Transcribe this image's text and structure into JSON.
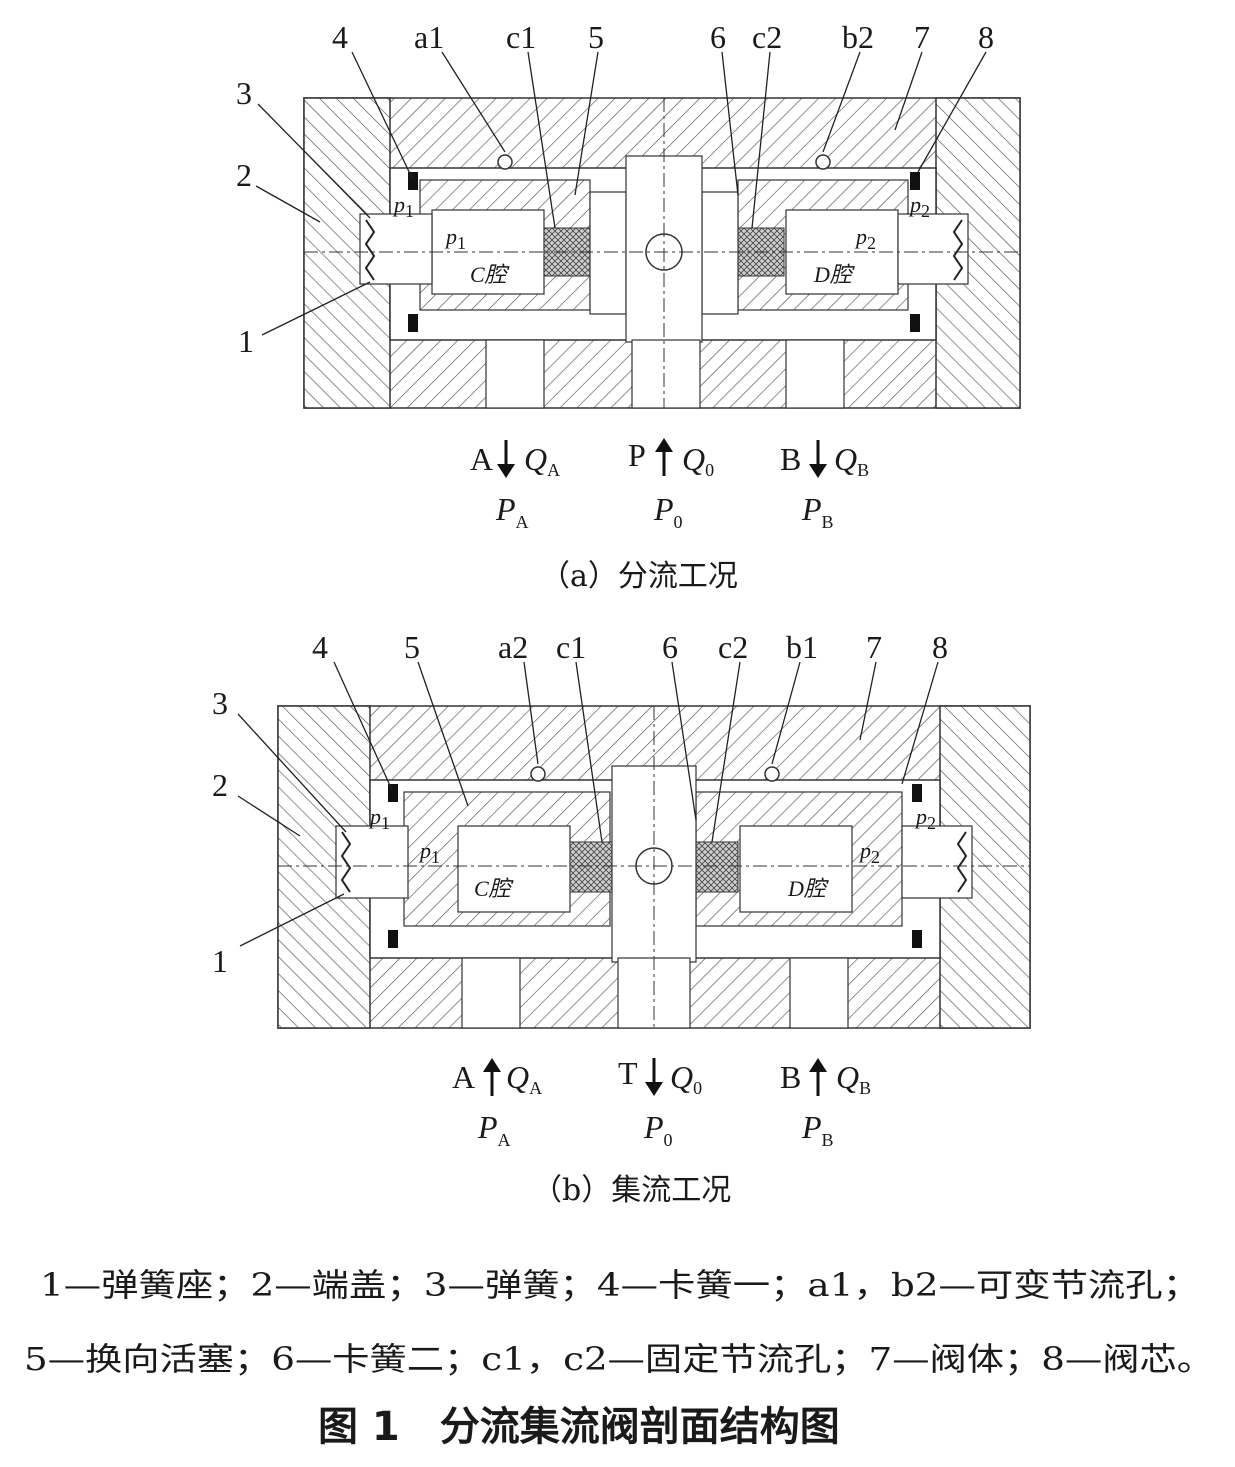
{
  "diagram_a": {
    "labels": [
      "4",
      "a1",
      "c1",
      "5",
      "6",
      "c2",
      "b2",
      "7",
      "8",
      "3",
      "2",
      "1"
    ],
    "p1": "p",
    "p1_sub": "1",
    "p2": "p",
    "p2_sub": "2",
    "cavity_c": "C腔",
    "cavity_d": "D腔",
    "ports": [
      {
        "name": "A",
        "arrow": "down",
        "q": "Q",
        "q_sub": "A",
        "p": "P",
        "p_sub": "A"
      },
      {
        "name": "P",
        "arrow": "up",
        "q": "Q",
        "q_sub": "0",
        "p": "P",
        "p_sub": "0"
      },
      {
        "name": "B",
        "arrow": "down",
        "q": "Q",
        "q_sub": "B",
        "p": "P",
        "p_sub": "B"
      }
    ],
    "caption": "（a）分流工况"
  },
  "diagram_b": {
    "labels": [
      "4",
      "5",
      "a2",
      "c1",
      "6",
      "c2",
      "b1",
      "7",
      "8",
      "3",
      "2",
      "1"
    ],
    "p1": "p",
    "p1_sub": "1",
    "p2": "p",
    "p2_sub": "2",
    "cavity_c": "C腔",
    "cavity_d": "D腔",
    "ports": [
      {
        "name": "A",
        "arrow": "up",
        "q": "Q",
        "q_sub": "A",
        "p": "P",
        "p_sub": "A"
      },
      {
        "name": "T",
        "arrow": "down",
        "q": "Q",
        "q_sub": "0",
        "p": "P",
        "p_sub": "0"
      },
      {
        "name": "B",
        "arrow": "up",
        "q": "Q",
        "q_sub": "B",
        "p": "P",
        "p_sub": "B"
      }
    ],
    "caption": "（b）集流工况"
  },
  "legend": {
    "line1": "1—弹簧座；2—端盖；3—弹簧；4—卡簧一；a1，b2—可变节流孔；",
    "line2": "5—换向活塞；6—卡簧二；c1，c2—固定节流孔；7—阀体；8—阀芯。"
  },
  "figure_title": "图 1　分流集流阀剖面结构图"
}
